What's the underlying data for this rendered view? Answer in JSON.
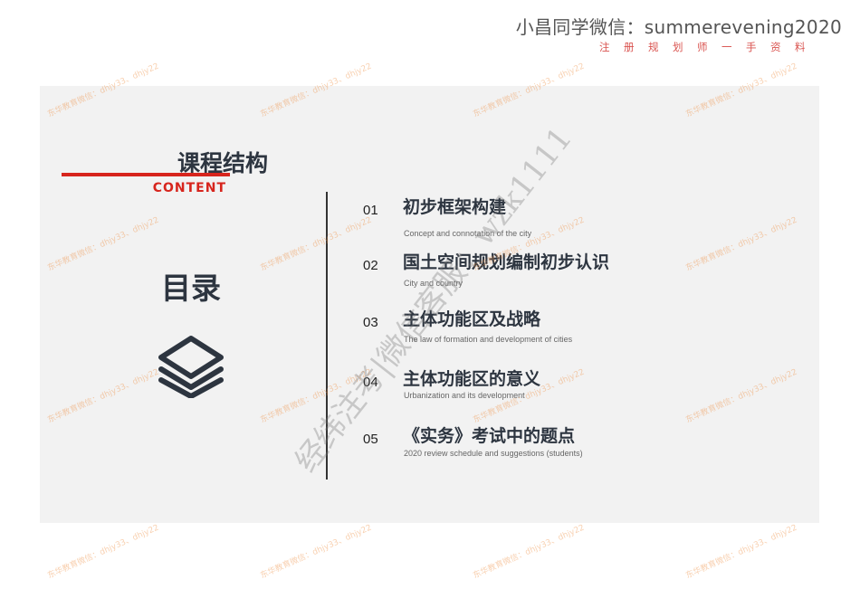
{
  "header": {
    "title": "小昌同学微信：summerevening2020",
    "subtitle": "注册规划师一手资料"
  },
  "left": {
    "section_title": "课程结构",
    "content_label": "CONTENT",
    "toc_heading": "目录",
    "icon": "layers-icon",
    "accent_color": "#d7251d"
  },
  "toc": {
    "items": [
      {
        "num": "01",
        "title": "初步框架构建",
        "subtitle": "Concept and connotation of the city"
      },
      {
        "num": "02",
        "title": "国土空间规划编制初步认识",
        "subtitle": "City and country"
      },
      {
        "num": "03",
        "title": "主体功能区及战略",
        "subtitle": "The law of formation and development of cities"
      },
      {
        "num": "04",
        "title": "主体功能区的意义",
        "subtitle": "Urbanization and its development"
      },
      {
        "num": "05",
        "title": "《实务》考试中的题点",
        "subtitle": "2020 review schedule and suggestions (students)"
      }
    ]
  },
  "watermarks": {
    "repeat_text": "东华教育微信：dhjy33、dhjy22",
    "diagonal_text": "经纬注考|微信客服：wzk1111"
  }
}
